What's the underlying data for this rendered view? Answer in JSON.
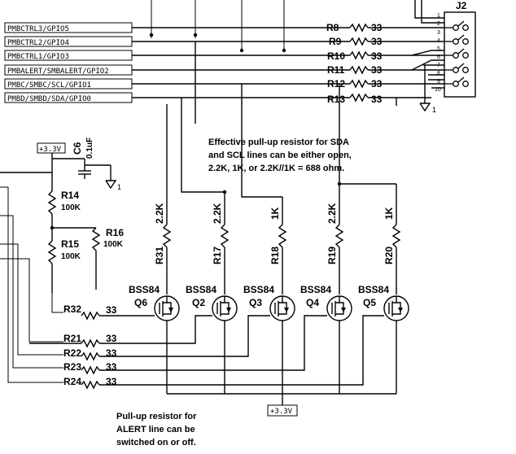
{
  "nets": [
    "PMBCTRL3/GPIO5",
    "PMBCTRL2/GPIO4",
    "PMBCTRL1/GPIO3",
    "PMBALERT/SMBALERT/GPIO2",
    "PMBC/SMBC/SCL/GPIO1",
    "PMBD/SMBD/SDA/GPIO0"
  ],
  "series_resistors": [
    {
      "ref": "R8",
      "value": "33"
    },
    {
      "ref": "R9",
      "value": "33"
    },
    {
      "ref": "R10",
      "value": "33"
    },
    {
      "ref": "R11",
      "value": "33"
    },
    {
      "ref": "R12",
      "value": "33"
    },
    {
      "ref": "R13",
      "value": "33"
    }
  ],
  "connector": {
    "ref": "J2",
    "pins": [
      "1",
      "2",
      "3",
      "4",
      "5",
      "6",
      "7",
      "8",
      "9",
      "10"
    ]
  },
  "power_label": "+3.3V",
  "cap": {
    "ref": "C6",
    "value": "0.1uF"
  },
  "gnd_label": "1",
  "divider": [
    {
      "ref": "R14",
      "value": "100K"
    },
    {
      "ref": "R15",
      "value": "100K"
    },
    {
      "ref": "R16",
      "value": "100K"
    }
  ],
  "pullups": [
    {
      "ref": "R31",
      "value": "2.2K"
    },
    {
      "ref": "R17",
      "value": "2.2K"
    },
    {
      "ref": "R18",
      "value": "1K"
    },
    {
      "ref": "R19",
      "value": "2.2K"
    },
    {
      "ref": "R20",
      "value": "1K"
    }
  ],
  "fets": [
    {
      "part": "BSS84",
      "ref": "Q6"
    },
    {
      "part": "BSS84",
      "ref": "Q2"
    },
    {
      "part": "BSS84",
      "ref": "Q3"
    },
    {
      "part": "BSS84",
      "ref": "Q4"
    },
    {
      "part": "BSS84",
      "ref": "Q5"
    }
  ],
  "gate_resistors": [
    {
      "ref": "R32",
      "value": "33"
    },
    {
      "ref": "R21",
      "value": "33"
    },
    {
      "ref": "R22",
      "value": "33"
    },
    {
      "ref": "R23",
      "value": "33"
    },
    {
      "ref": "R24",
      "value": "33"
    }
  ],
  "notes": {
    "pullup_sda_scl": [
      "Effective pull-up resistor for SDA",
      "and SCL lines can be either open,",
      "2.2K, 1K, or 2.2K//1K = 688 ohm."
    ],
    "pullup_alert": [
      "Pull-up resistor for",
      "ALERT line can be",
      "switched on or off."
    ]
  }
}
